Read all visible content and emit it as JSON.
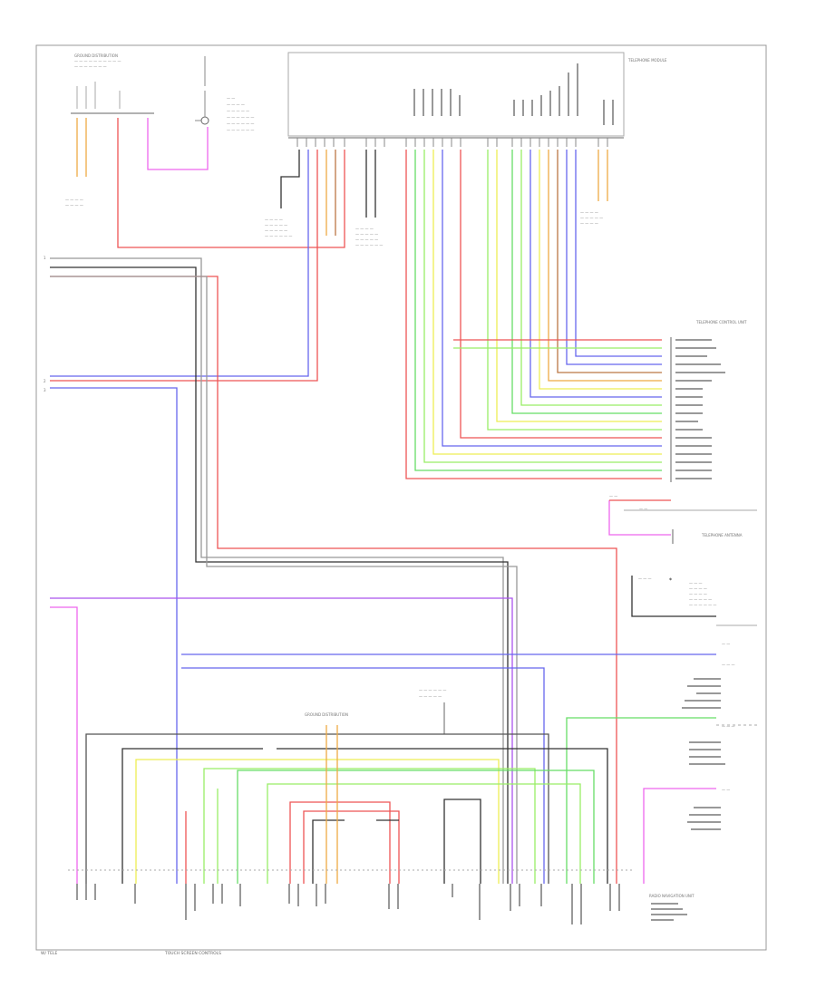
{
  "labels": {
    "ground_distribution_top": "GROUND DISTRIBUTION",
    "telephone_module": "TELEPHONE MODULE",
    "telephone_control_unit": "TELEPHONE CONTROL UNIT",
    "telephone_antenna": "TELEPHONE ANTENNA",
    "radio_navigation_unit": "RADIO NAVIGATION UNIT",
    "ground_distribution_bottom": "GROUND DISTRIBUTION",
    "page_footer_left": "W/ TELE",
    "page_footer_center": "TOUCH SCREEN CONTROLS"
  },
  "colors": {
    "red": "#ee5555",
    "pink": "#ee66ee",
    "blue": "#6666ee",
    "violet": "#aa55ee",
    "green": "#66dd66",
    "light_green": "#99ee66",
    "yellow": "#eeee55",
    "orange": "#eeaa44",
    "brown": "#bb7744",
    "gray": "#999999",
    "black": "#333333",
    "frame": "#999999"
  }
}
